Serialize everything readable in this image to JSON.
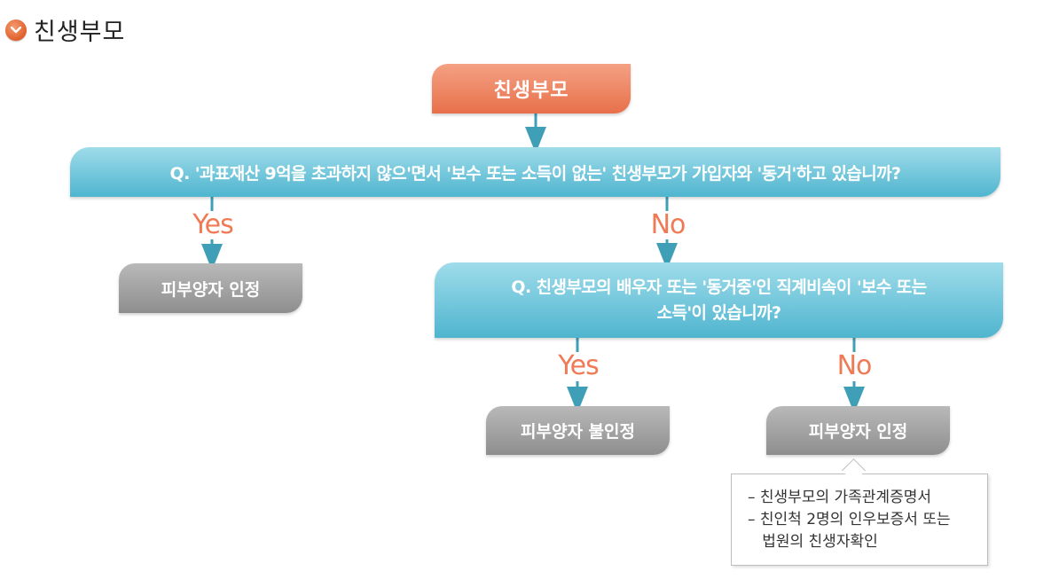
{
  "heading": {
    "icon": "chevron-down-circle-icon",
    "title": "친생부모"
  },
  "diagram": {
    "start": "친생부모",
    "question1": "Q. '과표재산 9억을 초과하지 않으'면서 '보수 또는 소득이 없는' 친생부모가 가입자와 '동거'하고 있습니까?",
    "question2": "Q. 친생부모의 배우자 또는 '동거중'인 직계비속이 '보수 또는\n소득'이 있습니까?",
    "yes_label": "Yes",
    "no_label": "No",
    "result_recognized": "피부양자 인정",
    "result_not_recognized": "피부양자 불인정",
    "callout_lines": [
      "– 친생부모의 가족관계증명서",
      "– 친인척 2명의 인우보증서 또는",
      "   법원의 친생자확인"
    ]
  },
  "colors": {
    "start": "#e8704a",
    "question": "#4fb5cf",
    "result": "#8e8e8e",
    "branch_label": "#f07a55",
    "connector": "#3f9fb6"
  }
}
